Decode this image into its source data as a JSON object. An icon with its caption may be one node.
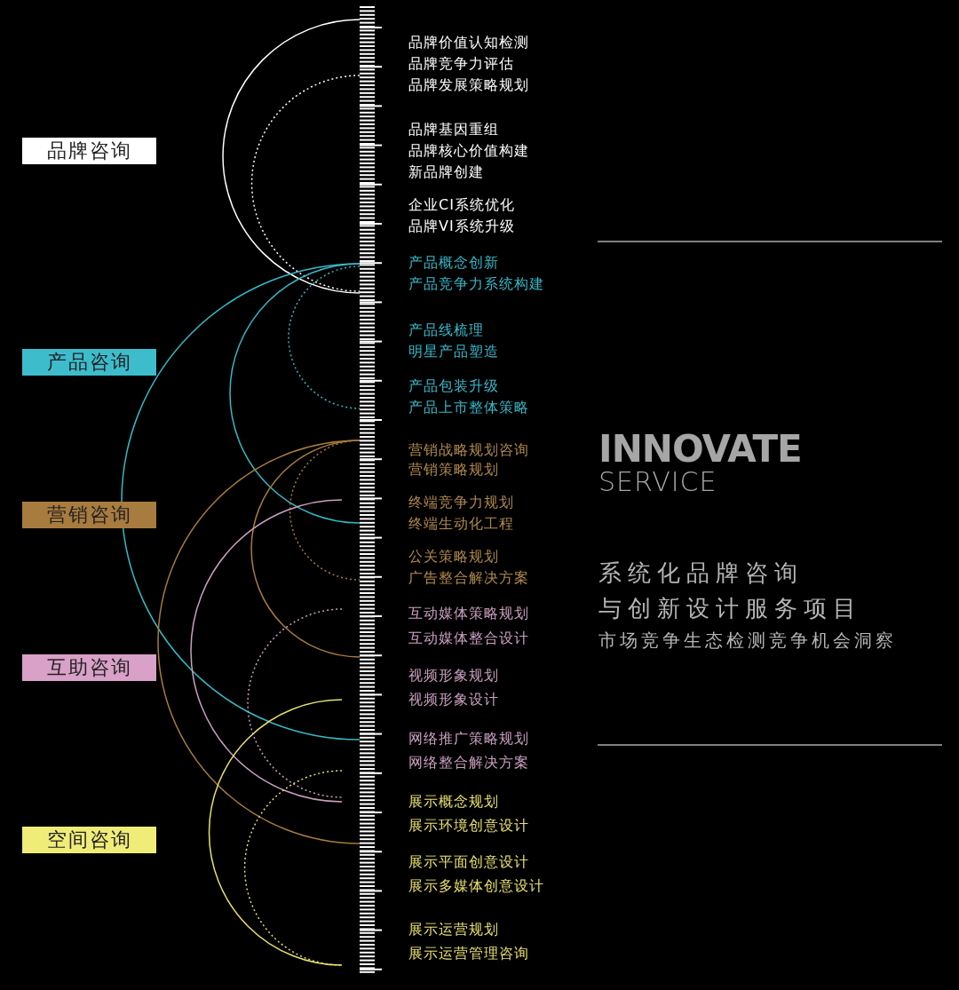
{
  "diagram": {
    "nodes": [
      {
        "text": [
          "品牌咨询"
        ]
      },
      {
        "text": [
          "产品咨询"
        ]
      },
      {
        "text": [
          "营销咨询"
        ]
      },
      {
        "text": [
          "互助咨询"
        ]
      },
      {
        "text": [
          "空间咨询"
        ]
      }
    ],
    "labels": [
      "品牌价值认知检测",
      "品牌竞争力评估",
      "品牌发展策略规划",
      "品牌基因重组",
      "品牌核心价值构建",
      "新品牌创建",
      "企业CI系统优化",
      "品牌VI系统升级",
      "产品概念创新",
      "产品竞争力系统构建",
      "产品线梳理",
      "明星产品塑造",
      "产品包装升级",
      "产品上市整体策略",
      "营销战略规划咨询",
      "营销策略规划",
      "终端竞争力规划",
      "终端生动化工程",
      "公关策略规划",
      "广告整合解决方案",
      "互动媒体策略规划",
      "互动媒体整合设计",
      "视频形象规划",
      "视频形象设计",
      "网络推广策略规划",
      "网络整合解决方案",
      "展示概念规划",
      "展示环境创意设计",
      "展示平面创意设计",
      "展示多媒体创意设计",
      "展示运营规划",
      "展示运营管理咨询",
      "INNOVATE",
      "SERVICE",
      "系统化品牌咨询",
      "与创新设计服务项目",
      "市场竞争生态检测竞争机会洞察"
    ]
  }
}
